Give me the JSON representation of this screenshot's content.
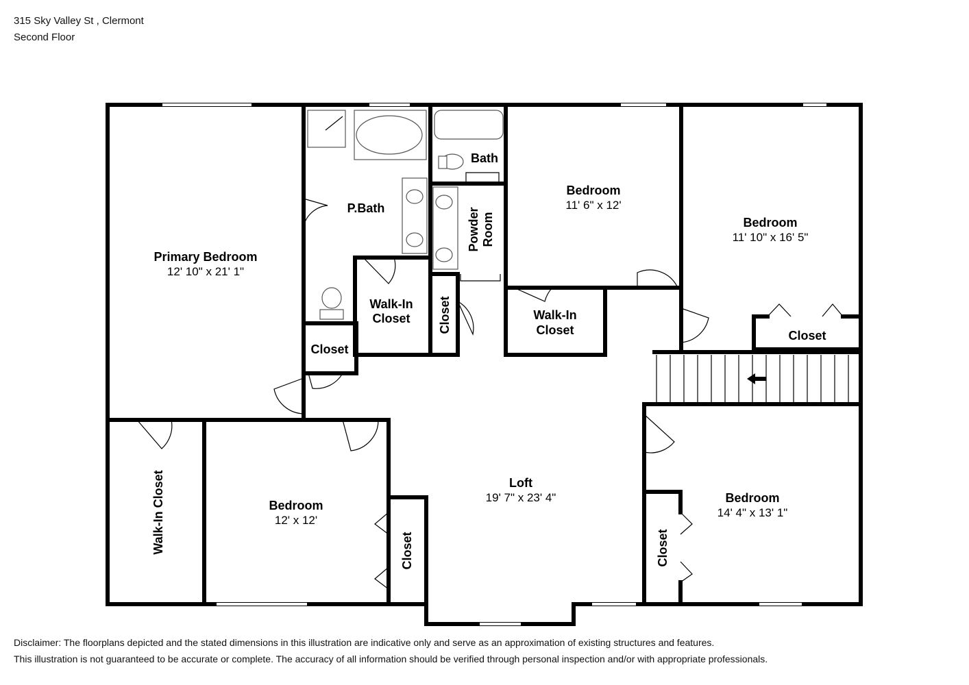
{
  "header": {
    "address": "315 Sky Valley St , Clermont",
    "floor": "Second Floor"
  },
  "rooms": {
    "primary_bedroom": {
      "name": "Primary Bedroom",
      "dims": "12' 10\" x 21' 1\""
    },
    "pbath": {
      "name": "P.Bath"
    },
    "bath": {
      "name": "Bath"
    },
    "powder_room": {
      "line1": "Powder",
      "line2": "Room"
    },
    "bedroom_top": {
      "name": "Bedroom",
      "dims": "11' 6\" x 12'"
    },
    "bedroom_right": {
      "name": "Bedroom",
      "dims": "11' 10\" x 16' 5\""
    },
    "walkin_closet_center": {
      "line1": "Walk-In",
      "line2": "Closet"
    },
    "closet_small_vertical": {
      "name": "Closet"
    },
    "walkin_closet_top": {
      "line1": "Walk-In",
      "line2": "Closet"
    },
    "closet_right": {
      "name": "Closet"
    },
    "closet_left": {
      "name": "Closet"
    },
    "walkin_closet_left": {
      "name": "Walk-In Closet"
    },
    "bedroom_bottom_left": {
      "name": "Bedroom",
      "dims": "12' x 12'"
    },
    "closet_loft": {
      "name": "Closet"
    },
    "loft": {
      "name": "Loft",
      "dims": "19' 7\" x 23' 4\""
    },
    "bedroom_bottom_right": {
      "name": "Bedroom",
      "dims": "14' 4\" x 13' 1\""
    },
    "closet_bottom_right": {
      "name": "Closet"
    }
  },
  "disclaimer": {
    "line1": "Disclaimer: The floorplans depicted and the stated dimensions in this illustration are indicative only and serve as an approximation of existing structures and features.",
    "line2": "This illustration is not guaranteed to be accurate or complete. The accuracy of all information should be verified through personal inspection and/or with appropriate professionals."
  }
}
